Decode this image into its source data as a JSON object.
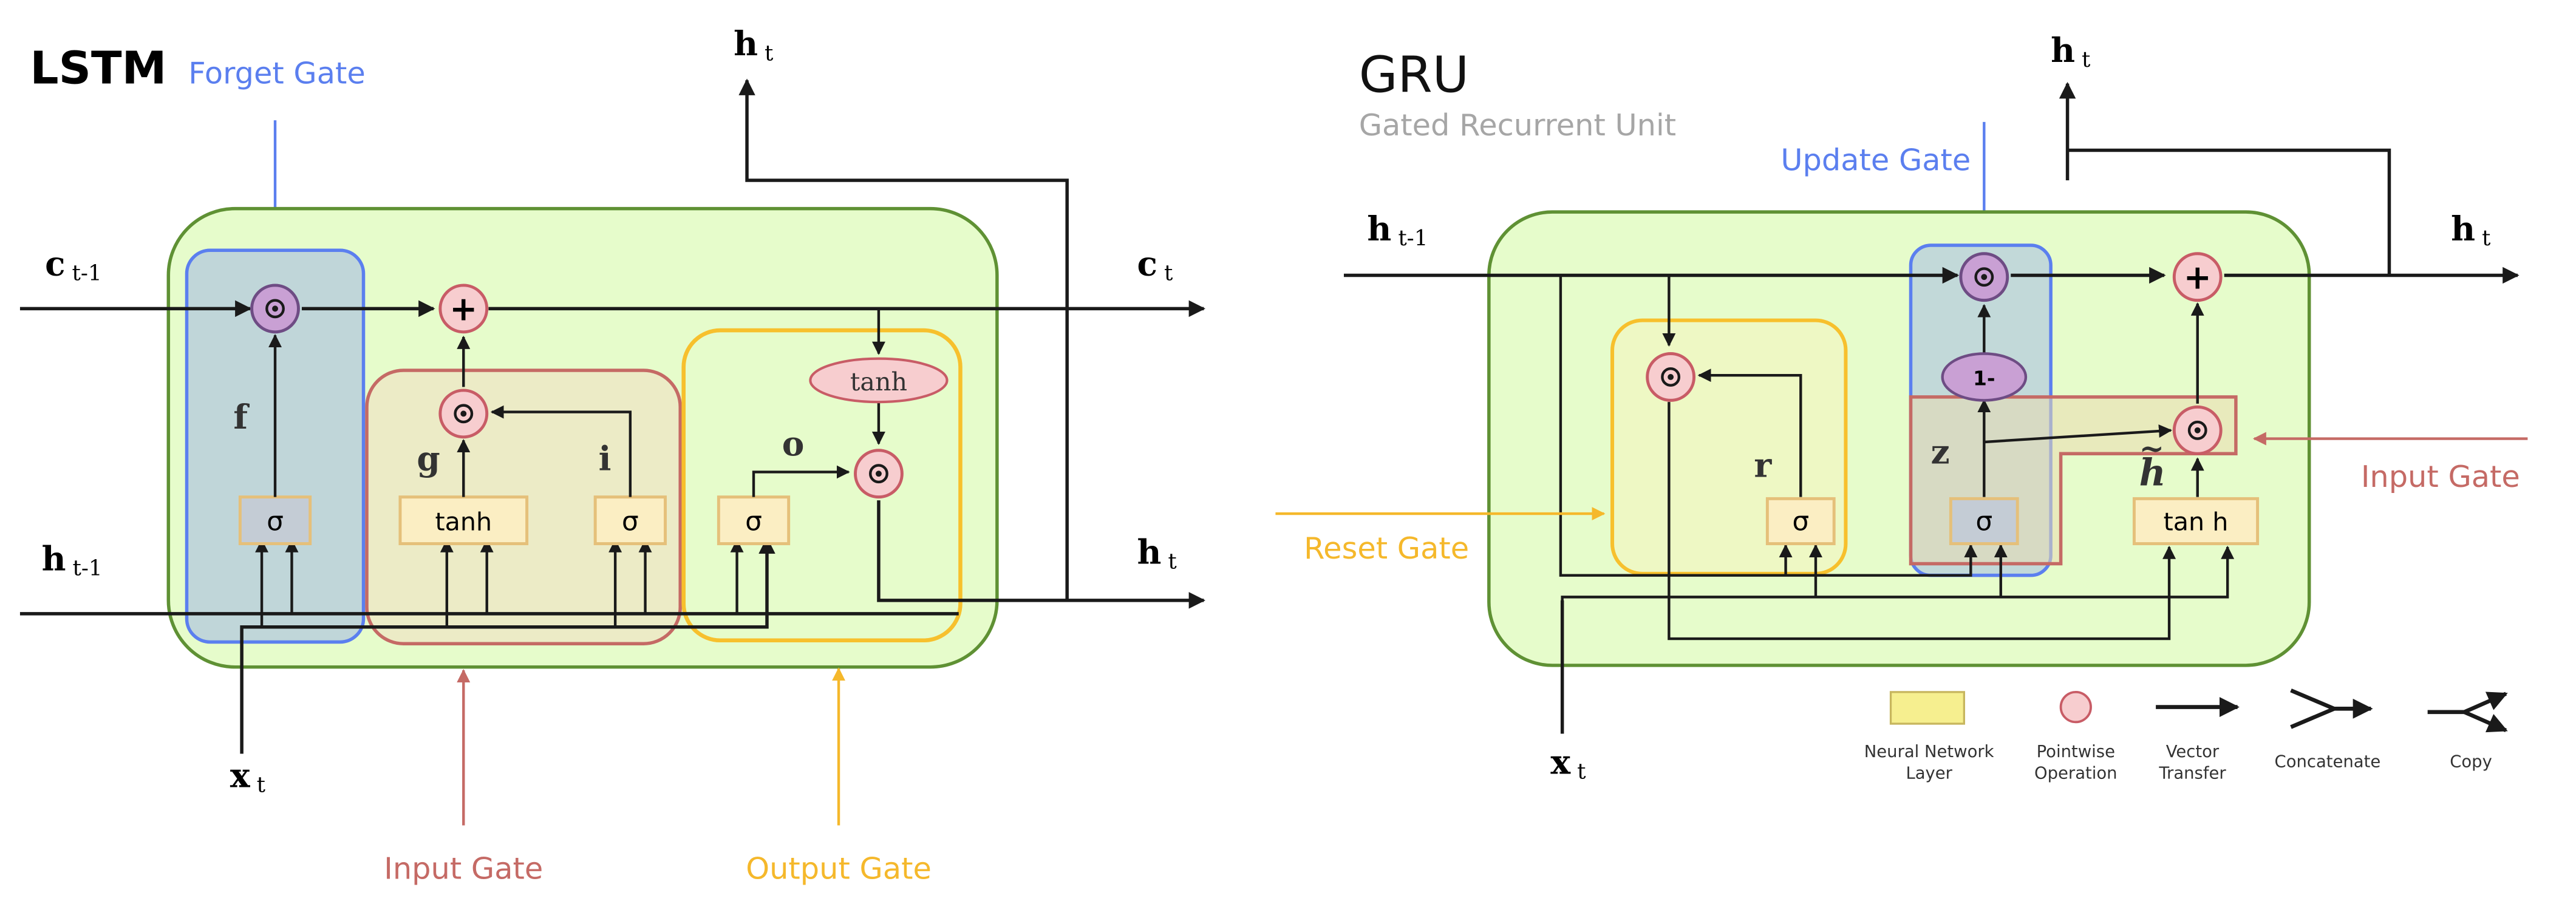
{
  "lstm": {
    "title": "LSTM",
    "forget_gate": "Forget Gate",
    "input_gate": "Input Gate",
    "output_gate": "Output Gate",
    "c_prev_main": "c",
    "c_prev_sub": "t-1",
    "c_next_main": "c",
    "c_next_sub": "t",
    "h_prev_main": "h",
    "h_prev_sub": "t-1",
    "h_out_top_main": "h",
    "h_out_top_sub": "t",
    "h_out_right_main": "h",
    "h_out_right_sub": "t",
    "x_main": "x",
    "x_sub": "t",
    "f": "f",
    "g": "g",
    "i": "i",
    "o": "o",
    "sigma": "σ",
    "tanh": "tanh",
    "plus": "+",
    "dot": "⊙"
  },
  "gru": {
    "title": "GRU",
    "subtitle": "Gated Recurrent Unit",
    "update_gate": "Update Gate",
    "reset_gate": "Reset Gate",
    "input_gate": "Input Gate",
    "h_prev_main": "h",
    "h_prev_sub": "t-1",
    "h_out_top_main": "h",
    "h_out_top_sub": "t",
    "h_out_right_main": "h",
    "h_out_right_sub": "t",
    "x_main": "x",
    "x_sub": "t",
    "r": "r",
    "z": "z",
    "h_tilde": "h",
    "tilde": "~",
    "one_minus": "1-",
    "sigma": "σ",
    "tanh": "tan h",
    "plus": "+",
    "dot": "⊙"
  },
  "legend": {
    "nn_layer": [
      "Neural Network",
      "Layer"
    ],
    "pointwise": [
      "Pointwise",
      "Operation"
    ],
    "vector": [
      "Vector",
      "Transfer"
    ],
    "concatenate": "Concatenate",
    "copy": "Copy"
  },
  "colors": {
    "cell_fill": "#e6fccb",
    "cell_stroke": "#5f9134",
    "forget_blue": "#5b7fef",
    "forget_fill": "#b9cfdc",
    "input_red": "#c56a65",
    "output_yellow": "#f7c02d",
    "node_fill": "#f7cdcf",
    "node_stroke": "#c85c66",
    "nn_fill": "#fbeec3",
    "nn_stroke": "#e5c07a",
    "one_minus_fill": "#c9a0d4"
  }
}
